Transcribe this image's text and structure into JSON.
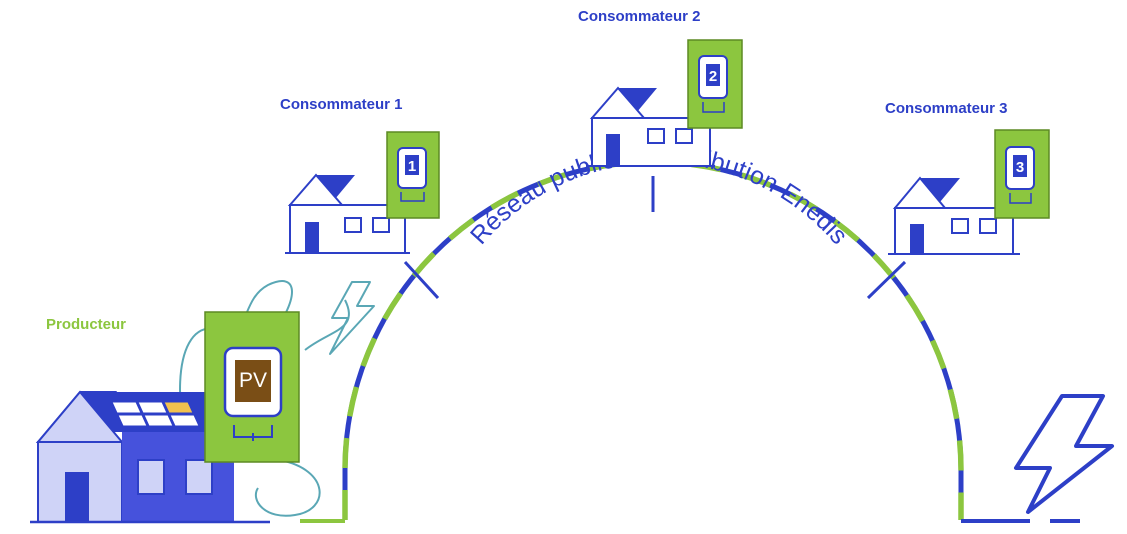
{
  "colors": {
    "primary_blue": "#2d3fc7",
    "light_blue": "#cfd3f7",
    "mid_blue": "#4652dc",
    "green": "#8cc63f",
    "dark_green": "#5d8a23",
    "brown": "#7a4e16",
    "solar_gold": "#f2c14e",
    "teal": "#5aa7b5",
    "white": "#ffffff"
  },
  "labels": {
    "consumer_1": "Consommateur 1",
    "consumer_2": "Consommateur 2",
    "consumer_3": "Consommateur 3",
    "producer": "Producteur"
  },
  "meters": {
    "consumer_1": "1",
    "consumer_2": "2",
    "consumer_3": "3",
    "producer": "PV"
  },
  "network": {
    "title": "Réseau public de distribution Enedis"
  },
  "icons": [
    "house-icon",
    "electric-meter-icon",
    "solar-panel-icon",
    "lightning-bolt-icon"
  ]
}
